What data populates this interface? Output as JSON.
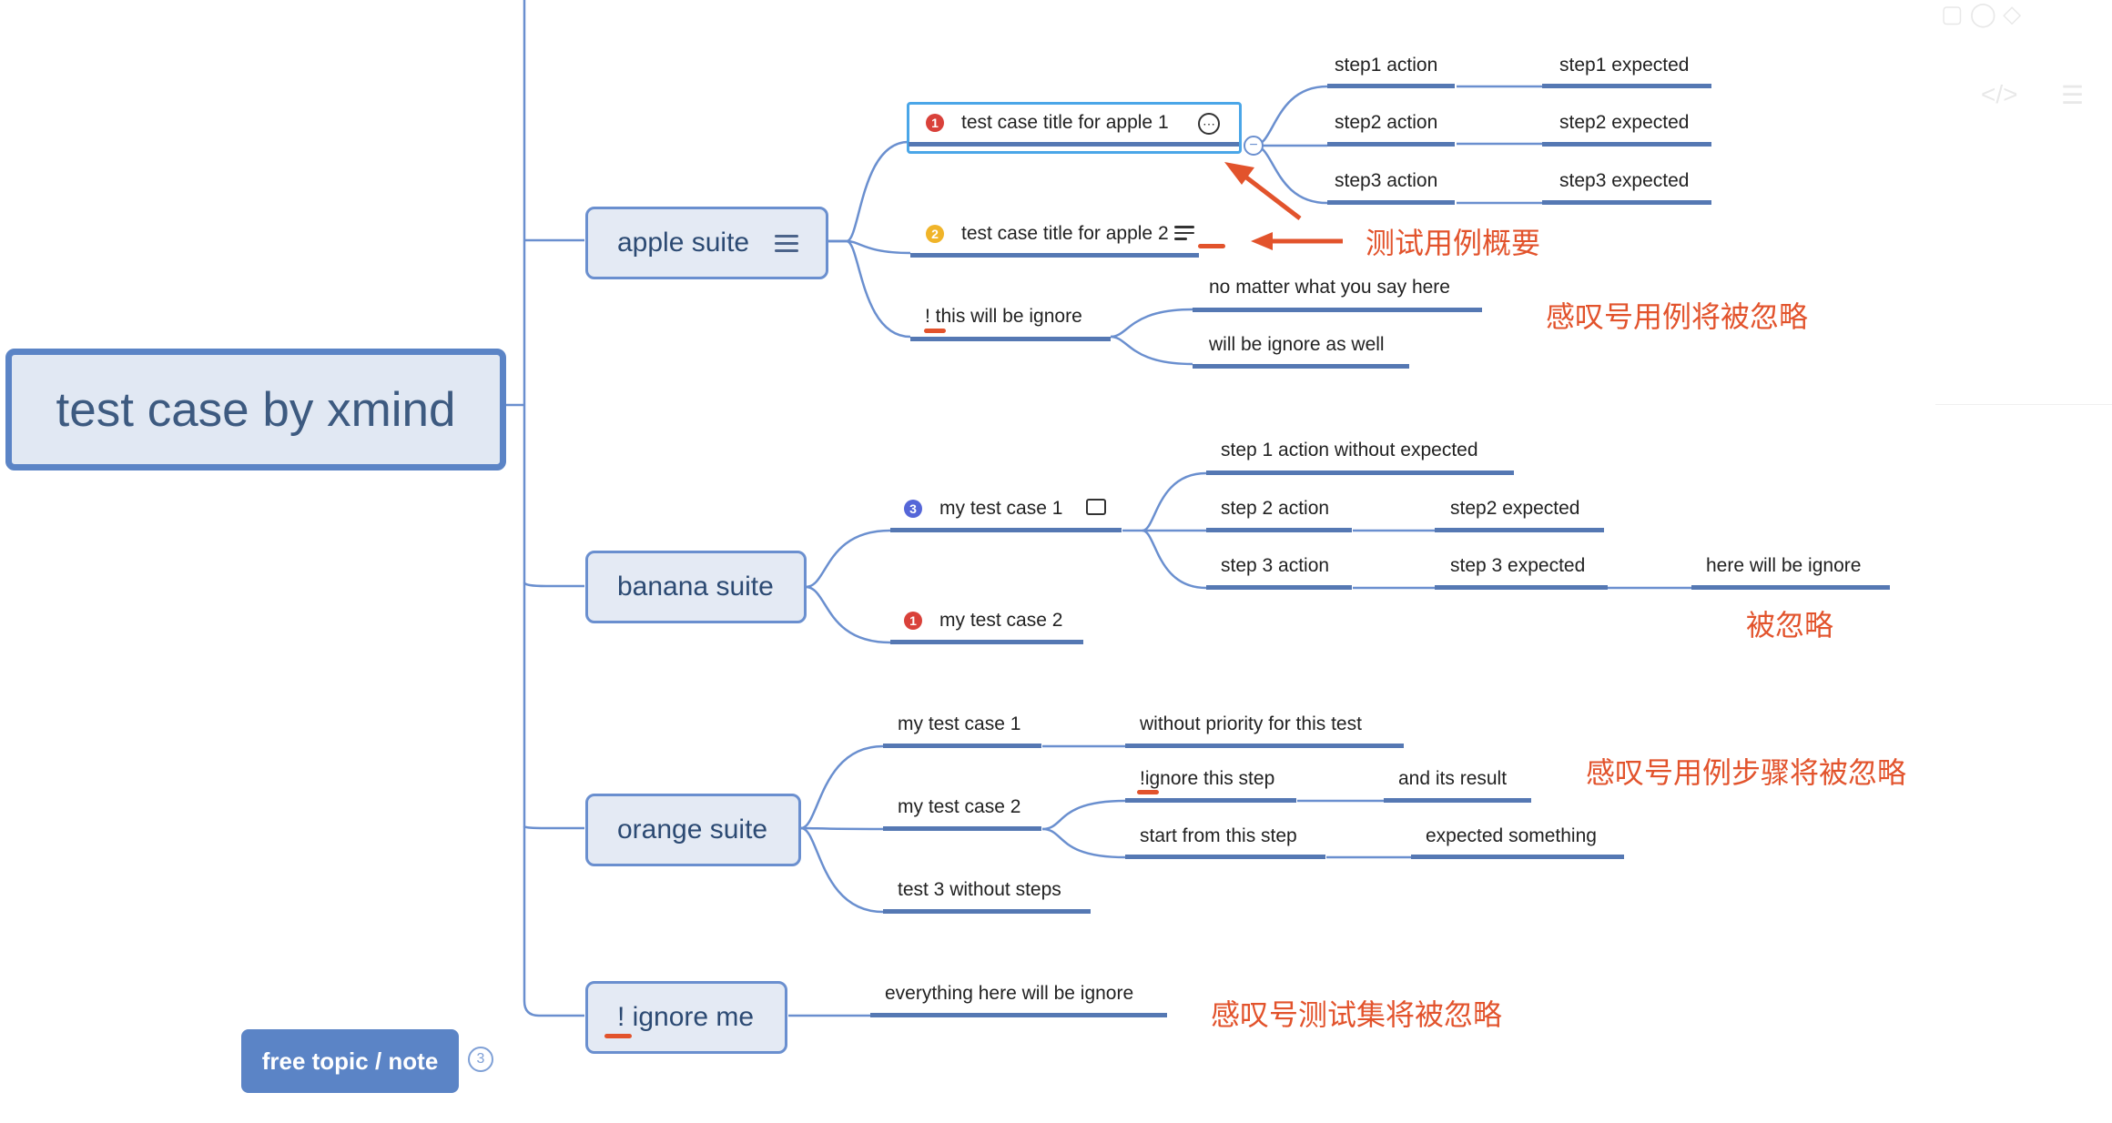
{
  "root": {
    "title": "test case by xmind"
  },
  "suites": {
    "apple": {
      "label": "apple suite"
    },
    "banana": {
      "label": "banana suite"
    },
    "orange": {
      "label": "orange suite"
    },
    "ignore": {
      "label": "! ignore me"
    }
  },
  "apple": {
    "case1": {
      "title": "test case title for apple 1",
      "priority": "1"
    },
    "case2": {
      "title": "test case title for apple 2",
      "priority": "2"
    },
    "case3": {
      "title": "! this will be ignore"
    },
    "steps": [
      {
        "action": "step1 action",
        "expected": "step1 expected"
      },
      {
        "action": "step2 action",
        "expected": "step2 expected"
      },
      {
        "action": "step3 action",
        "expected": "step3 expected"
      }
    ],
    "ignored_children": [
      "no matter what you say here",
      "will be ignore as well"
    ]
  },
  "banana": {
    "case1": {
      "title": "my test case 1",
      "priority": "3"
    },
    "case2": {
      "title": "my test case 2",
      "priority": "1"
    },
    "steps": [
      {
        "action": "step 1 action without expected"
      },
      {
        "action": "step 2 action",
        "expected": "step2 expected"
      },
      {
        "action": "step 3 action",
        "expected": "step 3 expected",
        "extra": "here will be ignore"
      }
    ]
  },
  "orange": {
    "case1": {
      "title": "my test case 1",
      "note": "without priority for this test"
    },
    "case2": {
      "title": "my test case 2"
    },
    "case3": {
      "title": "test 3 without steps"
    },
    "steps": [
      {
        "action": "!ignore this step",
        "expected": "and its result"
      },
      {
        "action": "start from this step",
        "expected": "expected something"
      }
    ]
  },
  "ignore_suite": {
    "child": "everything here will be ignore"
  },
  "annotations": {
    "summary": "测试用例概要",
    "ignore_case": "感叹号用例将被忽略",
    "ignored": "被忽略",
    "ignore_step": "感叹号用例步骤将被忽略",
    "ignore_suite": "感叹号测试集将被忽略"
  },
  "free_topic": {
    "label": "free topic / note",
    "count": "3"
  },
  "colors": {
    "accent": "#5b84c6",
    "annotation": "#e2532c",
    "p1": "#d9413a",
    "p2": "#f0b429",
    "p3": "#5566d8"
  },
  "icons": [
    "menu-icon",
    "more-icon",
    "notes-icon",
    "comment-icon",
    "collapse-icon",
    "arrow-icon"
  ]
}
